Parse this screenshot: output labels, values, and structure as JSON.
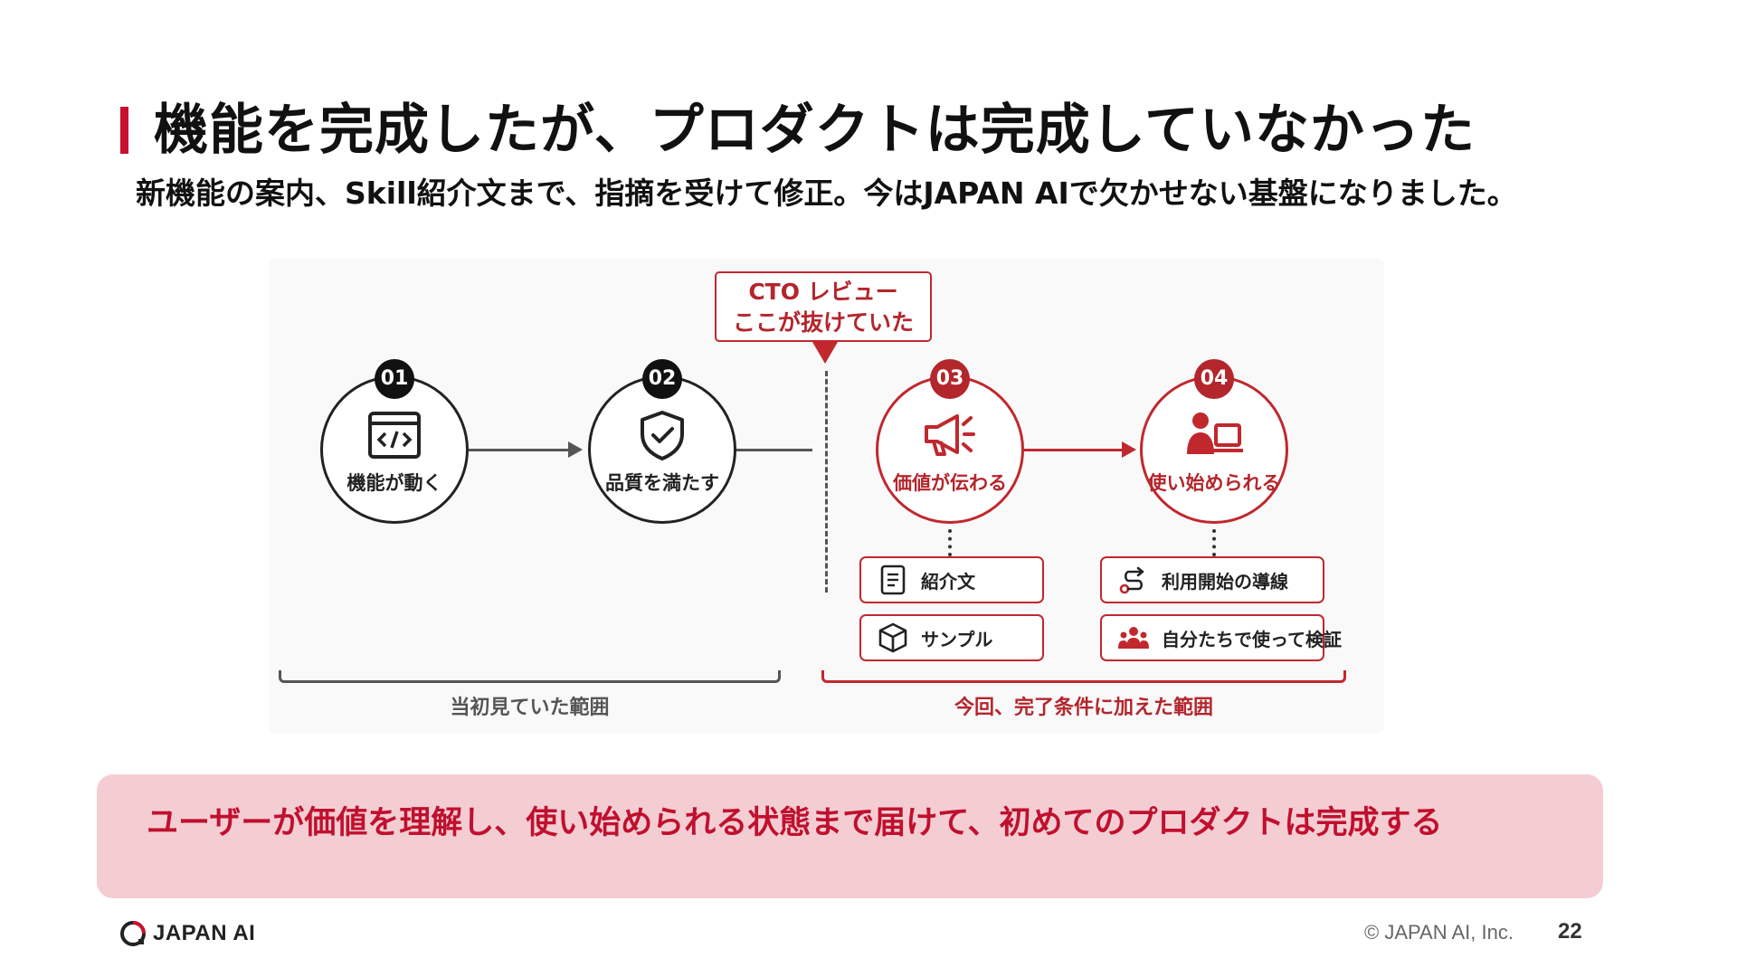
{
  "slide": {
    "title": "機能を完成したが、プロダクトは完成していなかった",
    "subtitle": "新機能の案内、Skill紹介文まで、指摘を受けて修正。今はJAPAN AIで欠かせない基盤になりました。"
  },
  "diagram": {
    "callout": {
      "line1": "CTO レビュー",
      "line2": "ここが抜けていた"
    },
    "steps": [
      {
        "number": "01",
        "label": "機能が動く",
        "icon": "code-window-icon"
      },
      {
        "number": "02",
        "label": "品質を満たす",
        "icon": "shield-check-icon"
      },
      {
        "number": "03",
        "label": "価値が伝わる",
        "icon": "megaphone-icon"
      },
      {
        "number": "04",
        "label": "使い始められる",
        "icon": "user-laptop-icon"
      }
    ],
    "sub_items": {
      "step03": [
        {
          "label": "紹介文",
          "icon": "document-icon"
        },
        {
          "label": "サンプル",
          "icon": "box-icon"
        }
      ],
      "step04": [
        {
          "label": "利用開始の導線",
          "icon": "route-icon"
        },
        {
          "label": "自分たちで使って検証",
          "icon": "team-icon"
        }
      ]
    },
    "brackets": {
      "initial_scope": "当初見ていた範囲",
      "added_scope": "今回、完了条件に加えた範囲"
    },
    "colors": {
      "accent": "#c0282e",
      "neutral": "#222222"
    }
  },
  "message": "ユーザーが価値を理解し、使い始められる状態まで届けて、初めてのプロダクトは完成する",
  "footer": {
    "logo_text": "JAPAN AI",
    "copyright": "© JAPAN AI, Inc.",
    "page_number": "22"
  }
}
